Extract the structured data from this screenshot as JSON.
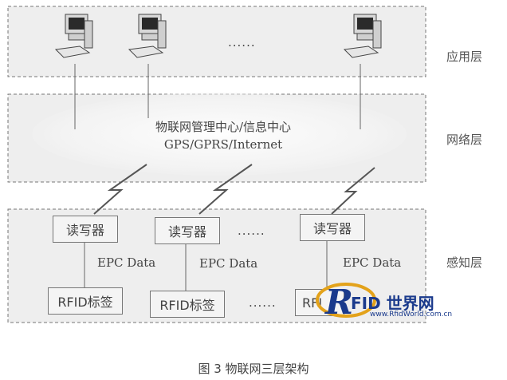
{
  "layers": {
    "application": "应用层",
    "network": "网络层",
    "perception": "感知层"
  },
  "network_center": {
    "line1": "物联网管理中心/信息中心",
    "line2": "GPS/GPRS/Internet"
  },
  "application_ellipsis": "......",
  "readers": [
    "读写器",
    "读写器",
    "读写器"
  ],
  "reader_ellipsis": "......",
  "epc_labels": [
    "EPC Data",
    "EPC Data",
    "EPC Data"
  ],
  "tags": [
    "RFID标签",
    "RFID标签",
    "RFI"
  ],
  "tag_ellipsis": "......",
  "caption": "图 3 物联网三层架构",
  "watermark": {
    "brand": "FID 世界网",
    "letter": "R",
    "url": "www.RfidWorld.com.cn"
  },
  "colors": {
    "logo_blue": "#1a3a8c",
    "logo_gold": "#e3a21a",
    "layer_fill": "#eeeeee",
    "dashed_border": "#777777"
  },
  "icons": [
    "computer-icon",
    "computer-icon",
    "computer-icon",
    "lightning-icon",
    "lightning-icon",
    "lightning-icon"
  ]
}
